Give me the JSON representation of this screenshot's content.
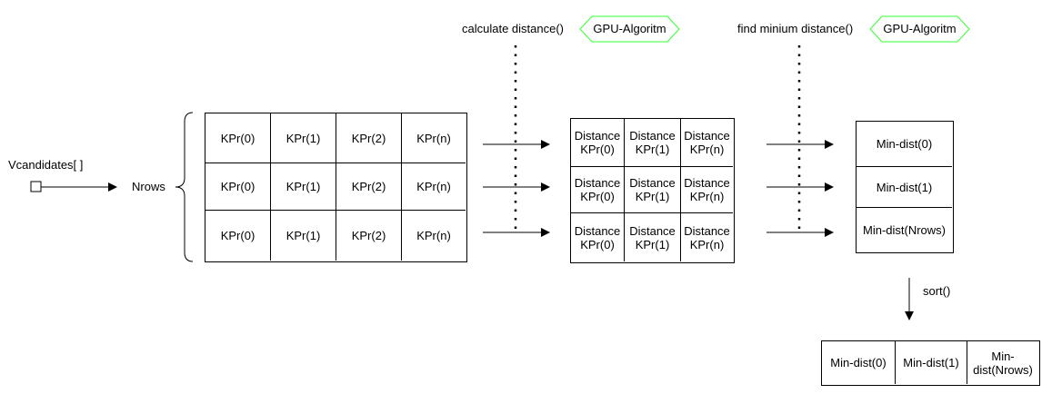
{
  "input_label": "Vcandidates[ ]",
  "rows_label": "Nrows",
  "step1": {
    "function": "calculate distance()",
    "badge": "GPU-Algoritm"
  },
  "step2": {
    "function": "find minium distance()",
    "badge": "GPU-Algoritm"
  },
  "kpr_rows": [
    [
      "KPr(0)",
      "KPr(1)",
      "KPr(2)",
      "KPr(n)"
    ],
    [
      "KPr(0)",
      "KPr(1)",
      "KPr(2)",
      "KPr(n)"
    ],
    [
      "KPr(0)",
      "KPr(1)",
      "KPr(2)",
      "KPr(n)"
    ]
  ],
  "distance_rows": [
    [
      "Distance KPr(0)",
      "Distance KPr(1)",
      "Distance KPr(n)"
    ],
    [
      "Distance KPr(0)",
      "Distance KPr(1)",
      "Distance KPr(n)"
    ],
    [
      "Distance KPr(0)",
      "Distance KPr(1)",
      "Distance KPr(n)"
    ]
  ],
  "mindist_rows": [
    "Min-dist(0)",
    "Min-dist(1)",
    "Min-dist(Nrows)"
  ],
  "sort_label": "sort()",
  "sorted_row": [
    "Min-dist(0)",
    "Min-dist(1)",
    "Min-dist(Nrows)"
  ],
  "colors": {
    "line": "#000000",
    "badge_border": "#33ff33"
  }
}
